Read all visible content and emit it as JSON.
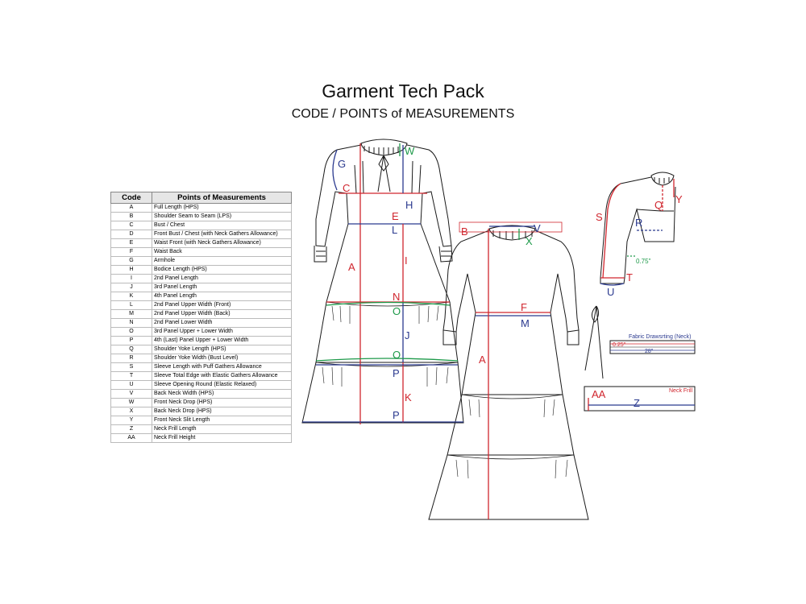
{
  "title": "Garment Tech Pack",
  "subtitle": "CODE / POINTS of MEASUREMENTS",
  "table": {
    "headers": [
      "Code",
      "Points of Measurements"
    ],
    "rows": [
      {
        "code": "A",
        "pom": "Full Length (HPS)"
      },
      {
        "code": "B",
        "pom": "Shoulder Seam to Seam (LPS)"
      },
      {
        "code": "C",
        "pom": "Bust / Chest"
      },
      {
        "code": "D",
        "pom": "Front Bust / Chest (with Neck Gathers Allowance)"
      },
      {
        "code": "E",
        "pom": "Waist Front (with Neck Gathers Allowance)"
      },
      {
        "code": "F",
        "pom": "Waist Back"
      },
      {
        "code": "G",
        "pom": "Armhole"
      },
      {
        "code": "H",
        "pom": "Bodice Length (HPS)"
      },
      {
        "code": "I",
        "pom": "2nd Panel Length"
      },
      {
        "code": "J",
        "pom": "3rd Panel Length"
      },
      {
        "code": "K",
        "pom": "4th Panel Length"
      },
      {
        "code": "L",
        "pom": "2nd Panel Upper Width (Front)"
      },
      {
        "code": "M",
        "pom": "2nd Panel Upper Width (Back)"
      },
      {
        "code": "N",
        "pom": "2nd Panel Lower Width"
      },
      {
        "code": "O",
        "pom": "3rd Panel Upper + Lower Width"
      },
      {
        "code": "P",
        "pom": "4th (Last) Panel Upper + Lower Width"
      },
      {
        "code": "Q",
        "pom": "Shoulder Yoke Length (HPS)"
      },
      {
        "code": "R",
        "pom": "Shoulder Yoke Width (Bust Level)"
      },
      {
        "code": "S",
        "pom": "Sleeve Length with Puff Gathers Allowance"
      },
      {
        "code": "T",
        "pom": "Sleeve Total Edge with Elastic Gathers Allowance"
      },
      {
        "code": "U",
        "pom": "Sleeve Opening Round (Elastic Relaxed)"
      },
      {
        "code": "V",
        "pom": "Back Neck Width (HPS)"
      },
      {
        "code": "W",
        "pom": "Front Neck Drop (HPS)"
      },
      {
        "code": "X",
        "pom": "Back Neck Drop (HPS)"
      },
      {
        "code": "Y",
        "pom": "Front Neck Slit Length"
      },
      {
        "code": "Z",
        "pom": "Neck Frill Length"
      },
      {
        "code": "AA",
        "pom": "Neck Frill Height"
      }
    ]
  },
  "diagram": {
    "front_labels": {
      "W": "W",
      "G": "G",
      "C": "C",
      "H": "H",
      "E": "E",
      "L": "L",
      "A": "A",
      "I": "I",
      "N": "N",
      "O1": "O",
      "J": "J",
      "O2": "O",
      "P1": "P",
      "K": "K",
      "P2": "P"
    },
    "back_labels": {
      "B": "B",
      "V": "V",
      "X": "X",
      "F": "F",
      "M": "M",
      "A": "A"
    },
    "sleeve_labels": {
      "S": "S",
      "Q": "Q",
      "Y": "Y",
      "R": "R",
      "T": "T",
      "U": "U",
      "dim": "0.75\""
    },
    "drawstring": {
      "title": "Fabric Drawsrting (Neck)",
      "height": "0.25\"",
      "length": "28\""
    },
    "frill": {
      "title": "Neck Frill",
      "AA": "AA",
      "Z": "Z"
    }
  },
  "colors": {
    "red": "#d0262e",
    "blue": "#2b3a8f",
    "green": "#1e9a4a",
    "line": "#1a1a1a"
  }
}
